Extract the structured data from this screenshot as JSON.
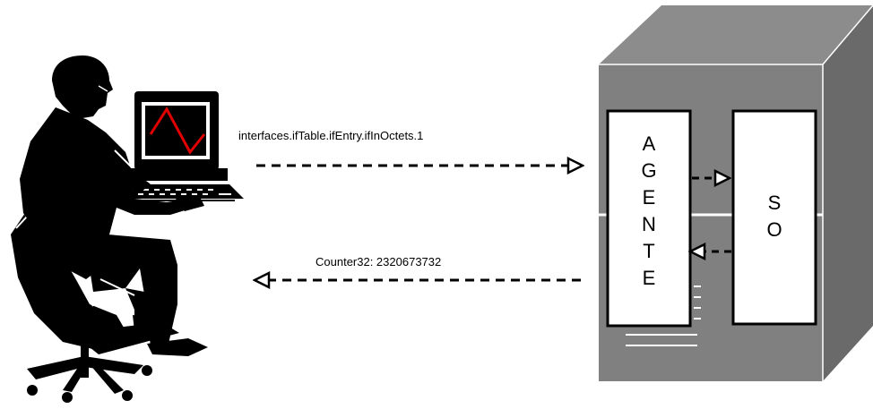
{
  "request_label": "interfaces.ifTable.ifEntry.ifInOctets.1",
  "response_label": "Counter32: 2320673732",
  "agent_letters": [
    "A",
    "G",
    "E",
    "N",
    "T",
    "E"
  ],
  "os_letters": [
    "S",
    "O"
  ],
  "icons": {
    "user": "person-at-computer-icon",
    "server": "server-cabinet-icon"
  },
  "colors": {
    "server_front": "#808080",
    "server_top": "#8c8c8c",
    "server_side": "#6a6a6a",
    "screen_trace": "#e00000",
    "arrows": "#000000"
  }
}
